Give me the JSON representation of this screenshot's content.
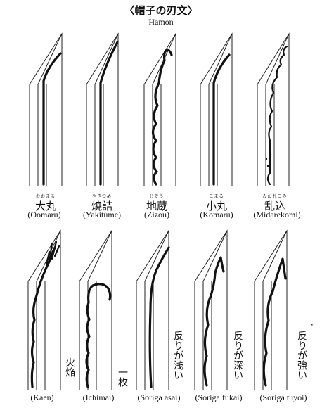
{
  "header": {
    "title": "〈帽子の刃文〉",
    "subtitle": "Hamon"
  },
  "row1": [
    {
      "furigana": "おおまる",
      "kanji": "大丸",
      "romaji": "(Oomaru)"
    },
    {
      "furigana": "やきつめ",
      "kanji": "焼詰",
      "romaji": "(Yakitume)"
    },
    {
      "furigana": "じぞう",
      "kanji": "地蔵",
      "romaji": "(Zizou)"
    },
    {
      "furigana": "こまる",
      "kanji": "小丸",
      "romaji": "(Komaru)"
    },
    {
      "furigana": "みだれこみ",
      "kanji": "乱込",
      "romaji": "(Midarekomi)"
    }
  ],
  "row2": [
    {
      "vertical": "火焔",
      "romaji": "(Kaen)"
    },
    {
      "vertical": "一枚",
      "romaji": "(Ichimai)"
    },
    {
      "vertical": "反りが浅い",
      "romaji": "(Soriga asai)"
    },
    {
      "vertical": "反りが深い",
      "romaji": "(Soriga fukai)"
    },
    {
      "vertical": "反りが強い",
      "romaji": "(Soriga tuyoi)",
      "mark": "*"
    }
  ]
}
